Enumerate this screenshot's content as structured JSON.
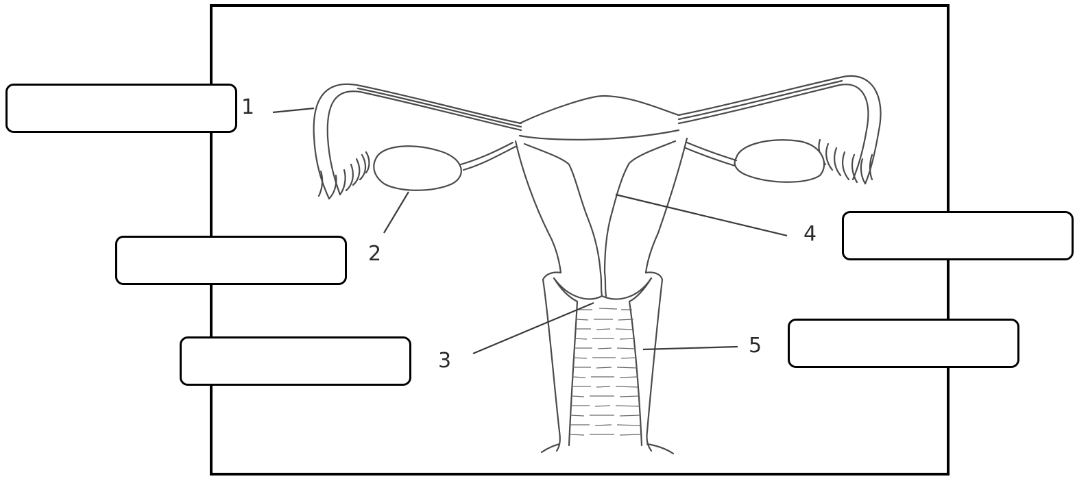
{
  "labels": [
    {
      "id": "1",
      "text": "1"
    },
    {
      "id": "2",
      "text": "2"
    },
    {
      "id": "3",
      "text": "3"
    },
    {
      "id": "4",
      "text": "4"
    },
    {
      "id": "5",
      "text": "5"
    }
  ],
  "answer_boxes": [
    {
      "for": "1",
      "value": ""
    },
    {
      "for": "2",
      "value": ""
    },
    {
      "for": "3",
      "value": ""
    },
    {
      "for": "4",
      "value": ""
    },
    {
      "for": "5",
      "value": ""
    }
  ],
  "colors": {
    "frame": "#000000",
    "line_art": "#4a4a4a",
    "background": "#ffffff"
  }
}
